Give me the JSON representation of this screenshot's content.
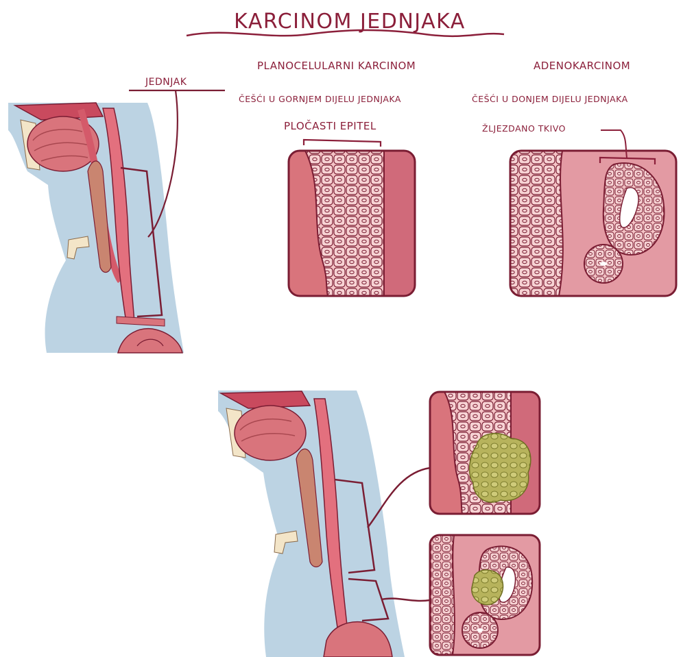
{
  "title": "KARCINOM JEDNJAKA",
  "labels": {
    "esophagus": "JEDNJAK",
    "squamous_title": "PLANOCELULARNI KARCINOM",
    "squamous_location": "ČEŠĆI U GORNJEM DIJELU JEDNJAKA",
    "squamous_epithelium": "PLOČASTI EPITEL",
    "adeno_title": "ADENOKARCINOM",
    "adeno_location": "ČEŠĆI U DONJEM DIJELU JEDNJAKA",
    "glandular_tissue": "ŽLJEZDANO TKIVO"
  },
  "colors": {
    "label": "#8b1f3a",
    "outline": "#7a1d33",
    "tissue_light": "#f2b8bd",
    "tissue_dark": "#b94a5a",
    "body_silhouette": "#bcd3e3",
    "tumor": "#b5b25a"
  }
}
